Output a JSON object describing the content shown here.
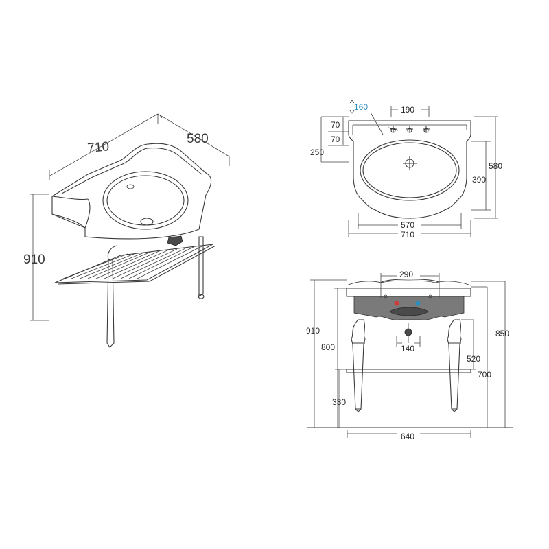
{
  "perspective": {
    "width_label": "710",
    "depth_label": "580",
    "height_label": "910"
  },
  "top_view": {
    "tap_height_label": "160",
    "tap_spacing_label": "190",
    "offset_a_label": "70",
    "offset_b_label": "70",
    "depth_left_label": "250",
    "inner_depth_label": "390",
    "total_depth_label": "580",
    "inner_width_label": "570",
    "total_width_label": "710"
  },
  "front_view": {
    "tap_spacing_label": "290",
    "waste_label": "140",
    "total_height_label": "910",
    "rim_height_label": "800",
    "shelf_height_label": "330",
    "overall_label": "850",
    "upper_label": "700",
    "mid_label": "520",
    "leg_span_label": "640"
  },
  "colors": {
    "line": "#3a3a3a",
    "accent_blue": "#2a8fc0",
    "hot_tap": "#d23a3a",
    "cold_tap": "#2a8fc0"
  }
}
